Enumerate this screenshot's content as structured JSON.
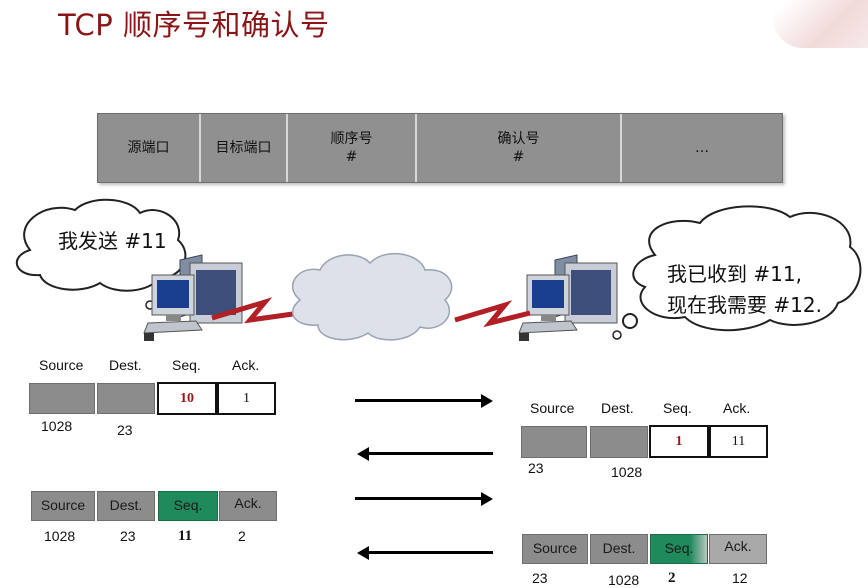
{
  "title": "TCP 顺序号和确认号",
  "header_fields": [
    {
      "line1": "源端口",
      "line2": ""
    },
    {
      "line1": "目标端口",
      "line2": ""
    },
    {
      "line1": "顺序号",
      "line2": "#"
    },
    {
      "line1": "确认号",
      "line2": "#"
    },
    {
      "line1": "…",
      "line2": ""
    }
  ],
  "bubbles": {
    "left": "我发送 #11",
    "right_line1": "我已收到 #11,",
    "right_line2": "现在我需要 #12."
  },
  "column_labels": {
    "source": "Source",
    "dest": "Dest.",
    "seq": "Seq.",
    "ack": "Ack."
  },
  "packets": {
    "p1": {
      "source": "1028",
      "dest": "23",
      "seq": "10",
      "ack": "1"
    },
    "p2": {
      "source": "23",
      "dest": "1028",
      "seq": "1",
      "ack": "11"
    },
    "p3": {
      "source": "1028",
      "dest": "23",
      "seq": "11",
      "ack": "2"
    },
    "p4": {
      "source": "23",
      "dest": "1028",
      "seq": "2",
      "ack": "12"
    }
  },
  "colors": {
    "title": "#8b1416",
    "field_grey": "#8c8c8c",
    "seq_highlight": "#1f8a5c",
    "red_number": "#a01515",
    "link": "#b21f24",
    "cloud": "#dde1ea"
  },
  "icons": [
    "computer-icon",
    "cloud-icon",
    "network-link"
  ]
}
